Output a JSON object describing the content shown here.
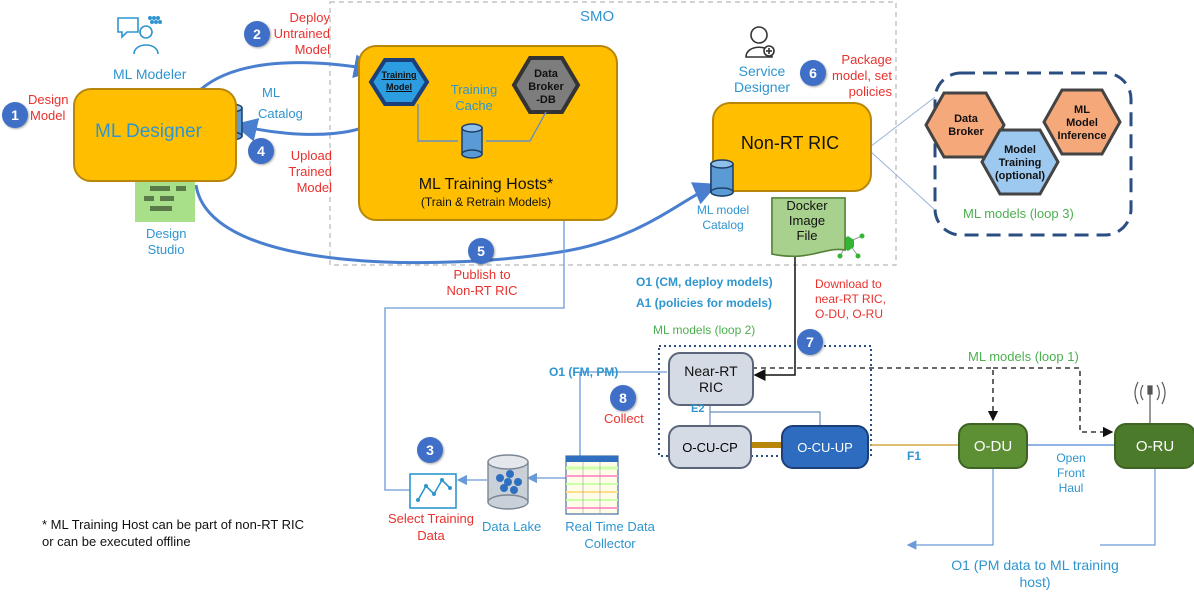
{
  "smo_label": "SMO",
  "ml_modeler": "ML Modeler",
  "ml_designer": "ML Designer",
  "ml_catalog": {
    "line1": "ML",
    "line2": "Catalog"
  },
  "design_studio": {
    "line1": "Design",
    "line2": "Studio"
  },
  "design_model": {
    "line1": "Design",
    "line2": "Model"
  },
  "deploy_untrained": {
    "line1": "Deploy",
    "line2": "Untrained",
    "line3": "Model"
  },
  "upload_trained": {
    "line1": "Upload",
    "line2": "Trained",
    "line3": "Model"
  },
  "training_model": {
    "line1": "Training",
    "line2": "Model"
  },
  "training_cache": {
    "line1": "Training",
    "line2": "Cache"
  },
  "data_broker_db": {
    "line1": "Data",
    "line2": "Broker",
    "line3": "-DB"
  },
  "ml_training_hosts": {
    "title": "ML Training Hosts*",
    "subtitle": "(Train & Retrain Models)"
  },
  "service_designer": {
    "line1": "Service",
    "line2": "Designer"
  },
  "package_model": {
    "line1": "Package",
    "line2": "model, set",
    "line3": "policies"
  },
  "non_rt_ric": "Non-RT RIC",
  "ml_model_catalog": {
    "line1": "ML model",
    "line2": "Catalog"
  },
  "docker_image": {
    "line1": "Docker",
    "line2": "Image",
    "line3": "File"
  },
  "loop3": {
    "data_broker": {
      "line1": "Data",
      "line2": "Broker"
    },
    "model_training": {
      "line1": "Model",
      "line2": "Training",
      "line3": "(optional)"
    },
    "ml_model_inference": {
      "line1": "ML",
      "line2": "Model",
      "line3": "Inference"
    },
    "caption": "ML models (loop 3)"
  },
  "publish": {
    "line1": "Publish to",
    "line2": "Non-RT RIC"
  },
  "o1_cm": "O1 (CM, deploy models)",
  "a1_policies": "A1 (policies for models)",
  "download": {
    "line1": "Download to",
    "line2": "near-RT RIC,",
    "line3": "O-DU, O-RU"
  },
  "loop2": "ML models (loop 2)",
  "loop1": "ML models (loop  1)",
  "o1_fm_pm": "O1 (FM, PM)",
  "collect": "Collect",
  "near_rt_ric": {
    "line1": "Near-RT",
    "line2": "RIC"
  },
  "e2": "E2",
  "o_cu_cp": "O-CU-CP",
  "o_cu_up": "O-CU-UP",
  "f1": "F1",
  "o_du": "O-DU",
  "o_ru": "O-RU",
  "open_front_haul": {
    "line1": "Open",
    "line2": "Front",
    "line3": "Haul"
  },
  "select_training": {
    "line1": "Select Training",
    "line2": "Data"
  },
  "data_lake": "Data Lake",
  "rtdc": {
    "line1": "Real Time Data",
    "line2": "Collector"
  },
  "o1_pm_data": {
    "line1": "O1 (PM data to ML training",
    "line2": "host)"
  },
  "footnote": {
    "line1": "* ML Training Host can be part of non-RT RIC",
    "line2": "or can be executed offline"
  },
  "badges": [
    "1",
    "2",
    "3",
    "4",
    "5",
    "6",
    "7",
    "8"
  ],
  "colors": {
    "orange": "#ffbf00",
    "badge_blue": "#3f6fc7",
    "line_blue": "#4a7fd0",
    "text_red": "#e8322e",
    "text_blue": "#2e95cf",
    "text_green": "#4caf50",
    "ru_green": "#5d8f35",
    "o_cu_up_blue": "#2e6cc0"
  }
}
